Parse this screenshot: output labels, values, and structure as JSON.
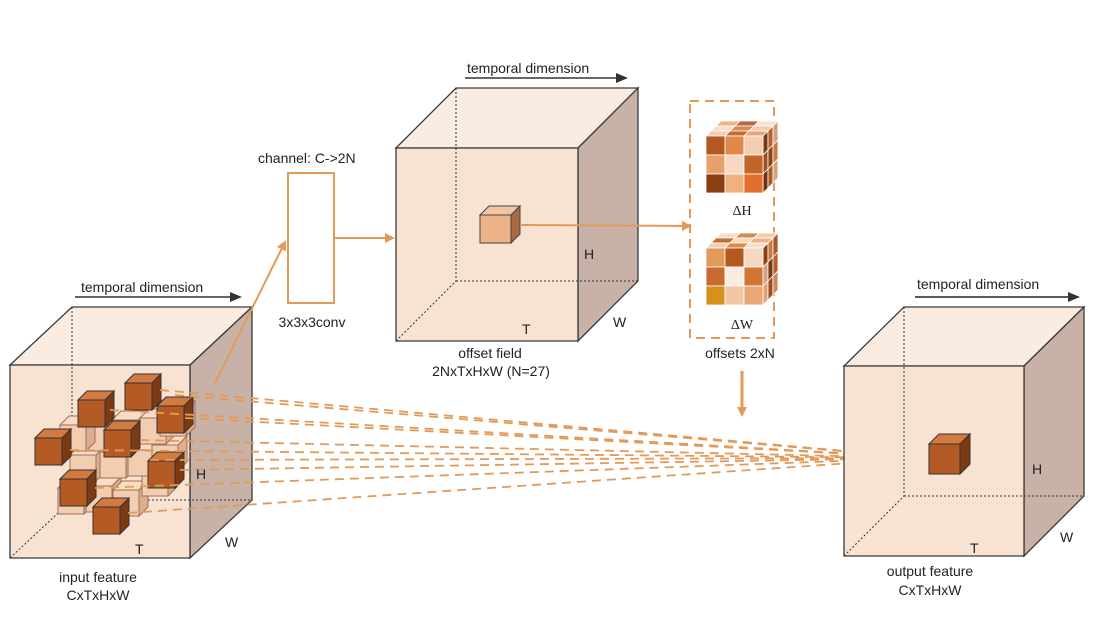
{
  "colors": {
    "cube_front": "#f8e2d2",
    "cube_top": "#fbece1",
    "cube_side": "#c8b2a8",
    "accent": "#e39a59",
    "cell_dark": "#a24e1e",
    "arrow_dark": "#333333"
  },
  "input": {
    "temporal_label": "temporal dimension",
    "name": "input feature",
    "shape": "CxTxHxW",
    "axis_h": "H",
    "axis_t": "T",
    "axis_w": "W"
  },
  "conv": {
    "channel_label": "channel: C->2N",
    "name": "3x3x3conv"
  },
  "offset_field": {
    "temporal_label": "temporal dimension",
    "name": "offset field",
    "shape": "2NxTxHxW  (N=27)",
    "axis_h": "H",
    "axis_t": "T",
    "axis_w": "W"
  },
  "offsets": {
    "delta_h": "ΔH",
    "delta_w": "ΔW",
    "name": "offsets 2xN"
  },
  "output": {
    "temporal_label": "temporal dimension",
    "name": "output feature",
    "shape": "CxTxHxW",
    "axis_h": "H",
    "axis_t": "T",
    "axis_w": "W"
  }
}
